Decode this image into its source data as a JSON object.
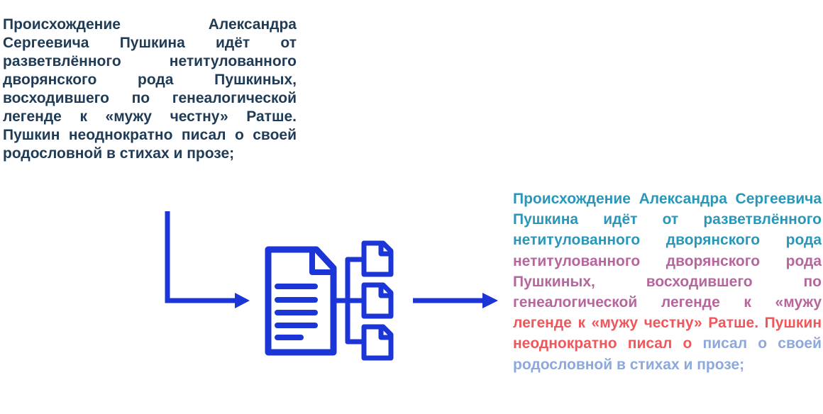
{
  "source": {
    "text": "Происхождение Александра Сергеевича Пушкина идёт от разветвлённого нетитулованного дворянского рода Пушкиных, восходившего по генеалогической легенде к «мужу честну» Ратше. Пушкин неоднократно писал о своей родословной в стихах и прозе;"
  },
  "result": {
    "segments": [
      {
        "text": "Происхождение Александра Сергеевича Пушкина идёт от разветвлённого нетитулованного дворянского рода ",
        "color": "#2a97b8"
      },
      {
        "text": "нетитулованного дворянского рода Пушкиных, восходившего по генеалогической легенде к «мужу ",
        "color": "#b7669d"
      },
      {
        "text": "легенде к «мужу честну» Ратше. Пушкин неоднократно писал о ",
        "color": "#f0565a"
      },
      {
        "text": "писал о своей родословной в стихах и прозе;",
        "color": "#8ca8dc"
      }
    ]
  },
  "colors": {
    "arrow": "#1b35d6",
    "document_icon": "#1b35d6"
  },
  "icons": {
    "document_split": "document-split-icon"
  }
}
